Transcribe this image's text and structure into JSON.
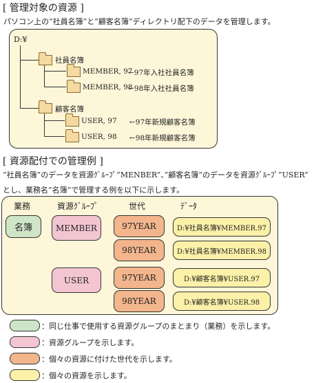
{
  "section1": {
    "heading": "[ 管理対象の資源 ]",
    "description": "パソコン上の”社員名簿”と”顧客名簿”ディレクトリ配下のデータを管理します。"
  },
  "tree": {
    "root": "D:¥",
    "folders": [
      {
        "name": "社員名簿",
        "files": [
          {
            "name": "MEMBER, 97",
            "note": "←97年入社社員名簿"
          },
          {
            "name": "MEMBER, 98",
            "note": "←98年入社社員名簿"
          }
        ]
      },
      {
        "name": "顧客名簿",
        "files": [
          {
            "name": "USER, 97",
            "note": "←97年新規顧客名簿"
          },
          {
            "name": "USER, 98",
            "note": "←98年新規顧客名簿"
          }
        ]
      }
    ]
  },
  "section2": {
    "heading": "[ 資源配付での管理例 ]",
    "description_line1": "”社員名簿”のデータを資源ｸﾞﾙｰﾌﾟ”MENBER”、”顧客名簿”のデータを資源ｸﾞﾙｰﾌﾟ”USER”",
    "description_line2": "とし、業務名”名簿”で管理する例を以下に示します。"
  },
  "example": {
    "headers": [
      "業務",
      "資源ｸﾞﾙｰﾌﾟ",
      "世代",
      "ﾃﾞｰﾀ"
    ],
    "business": "名簿",
    "groups": [
      "MEMBER",
      "USER"
    ],
    "generations": [
      "97YEAR",
      "98YEAR",
      "97YEAR",
      "98YEAR"
    ],
    "data": [
      "D:¥社員名簿¥MEMBER.97",
      "D:¥社員名簿¥MEMBER.98",
      "D:¥顧客名簿¥USER.97",
      "D:¥顧客名簿¥USER.98"
    ]
  },
  "legend": [
    {
      "color": "#cfe5c7",
      "text": "：同じ仕事で使用する資源グループのまとまり（業務）を示します。"
    },
    {
      "color": "#f3c5d2",
      "text": "：資源グループを示します。"
    },
    {
      "color": "#f2b58c",
      "text": "：個々の資源に付けた世代を示します。"
    },
    {
      "color": "#fbf1a8",
      "text": "：個々の資源を示します。"
    }
  ]
}
